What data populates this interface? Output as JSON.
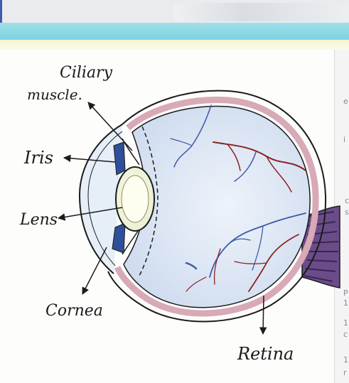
{
  "labels": {
    "ciliary_line1": "Ciliary",
    "ciliary_line2": "muscle.",
    "iris": "Iris",
    "lens": "Lens",
    "cornea": "Cornea",
    "retina": "Retina"
  },
  "page_edge_chars": [
    "e",
    "i",
    "c",
    "s",
    "P",
    "1",
    "1",
    "c",
    "1",
    "r"
  ],
  "colors": {
    "eyeball_fill": "#dde8f5",
    "sclera_outline": "#1b1b1b",
    "iris_blue": "#2f4f9a",
    "vessel_red": "#8a2323",
    "vessel_blue": "#3e5aa8",
    "optic_nerve": "#5a3f7a"
  }
}
